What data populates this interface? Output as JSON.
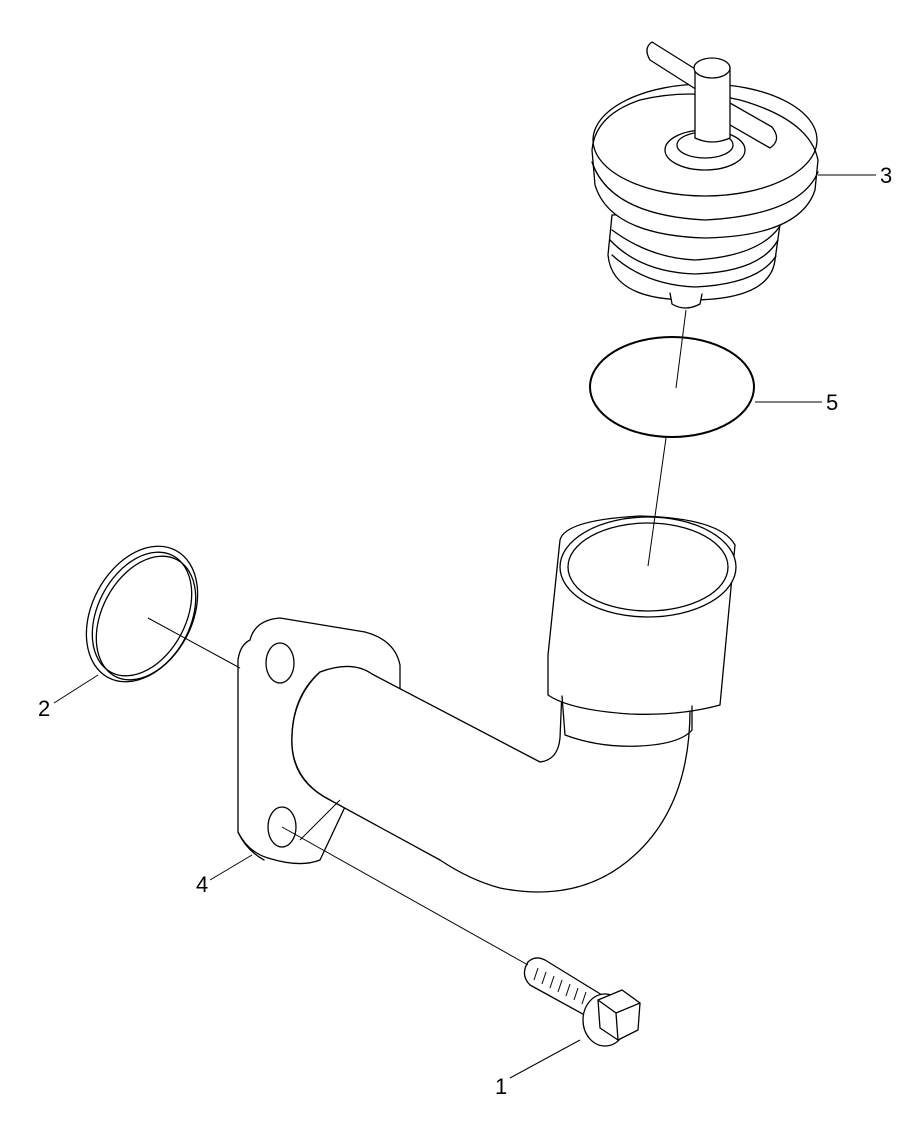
{
  "labels": {
    "part_1": "1",
    "part_2": "2",
    "part_3": "3",
    "part_4": "4",
    "part_5": "5"
  },
  "colors": {
    "background": "#ffffff",
    "line": "#000000"
  }
}
